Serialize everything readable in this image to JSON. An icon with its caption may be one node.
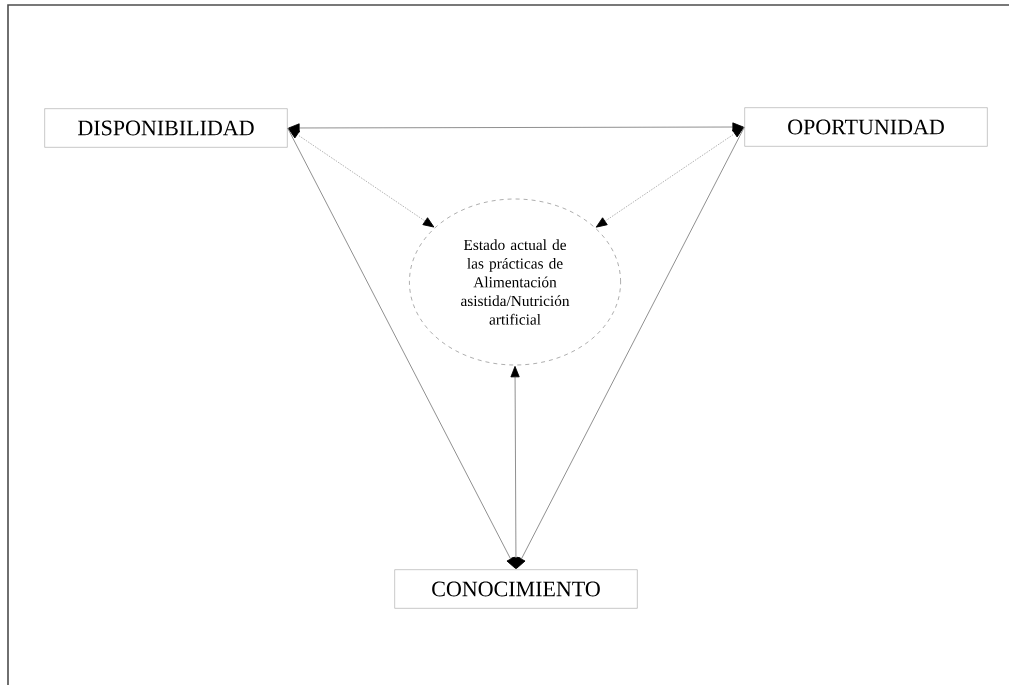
{
  "diagram": {
    "nodes": [
      {
        "text": [
          "DISPONIBILIDAD"
        ]
      },
      {
        "text": [
          "OPORTUNIDAD"
        ]
      },
      {
        "text": [
          "Estado actual de las prácticas de Alimentación asistida/Nutrición artificial"
        ]
      },
      {
        "text": [
          "CONOCIMIENTO"
        ]
      }
    ],
    "edges": [
      {
        "from": 0,
        "to": 1,
        "arrow": "both"
      },
      {
        "from": 0,
        "to": 2,
        "arrow": "both",
        "style": "dashed"
      },
      {
        "from": 1,
        "to": 2,
        "arrow": "both",
        "style": "dashed"
      },
      {
        "from": 0,
        "to": 3,
        "arrow": "to"
      },
      {
        "from": 1,
        "to": 3,
        "arrow": "to"
      },
      {
        "from": 2,
        "to": 3,
        "arrow": "both"
      }
    ]
  }
}
